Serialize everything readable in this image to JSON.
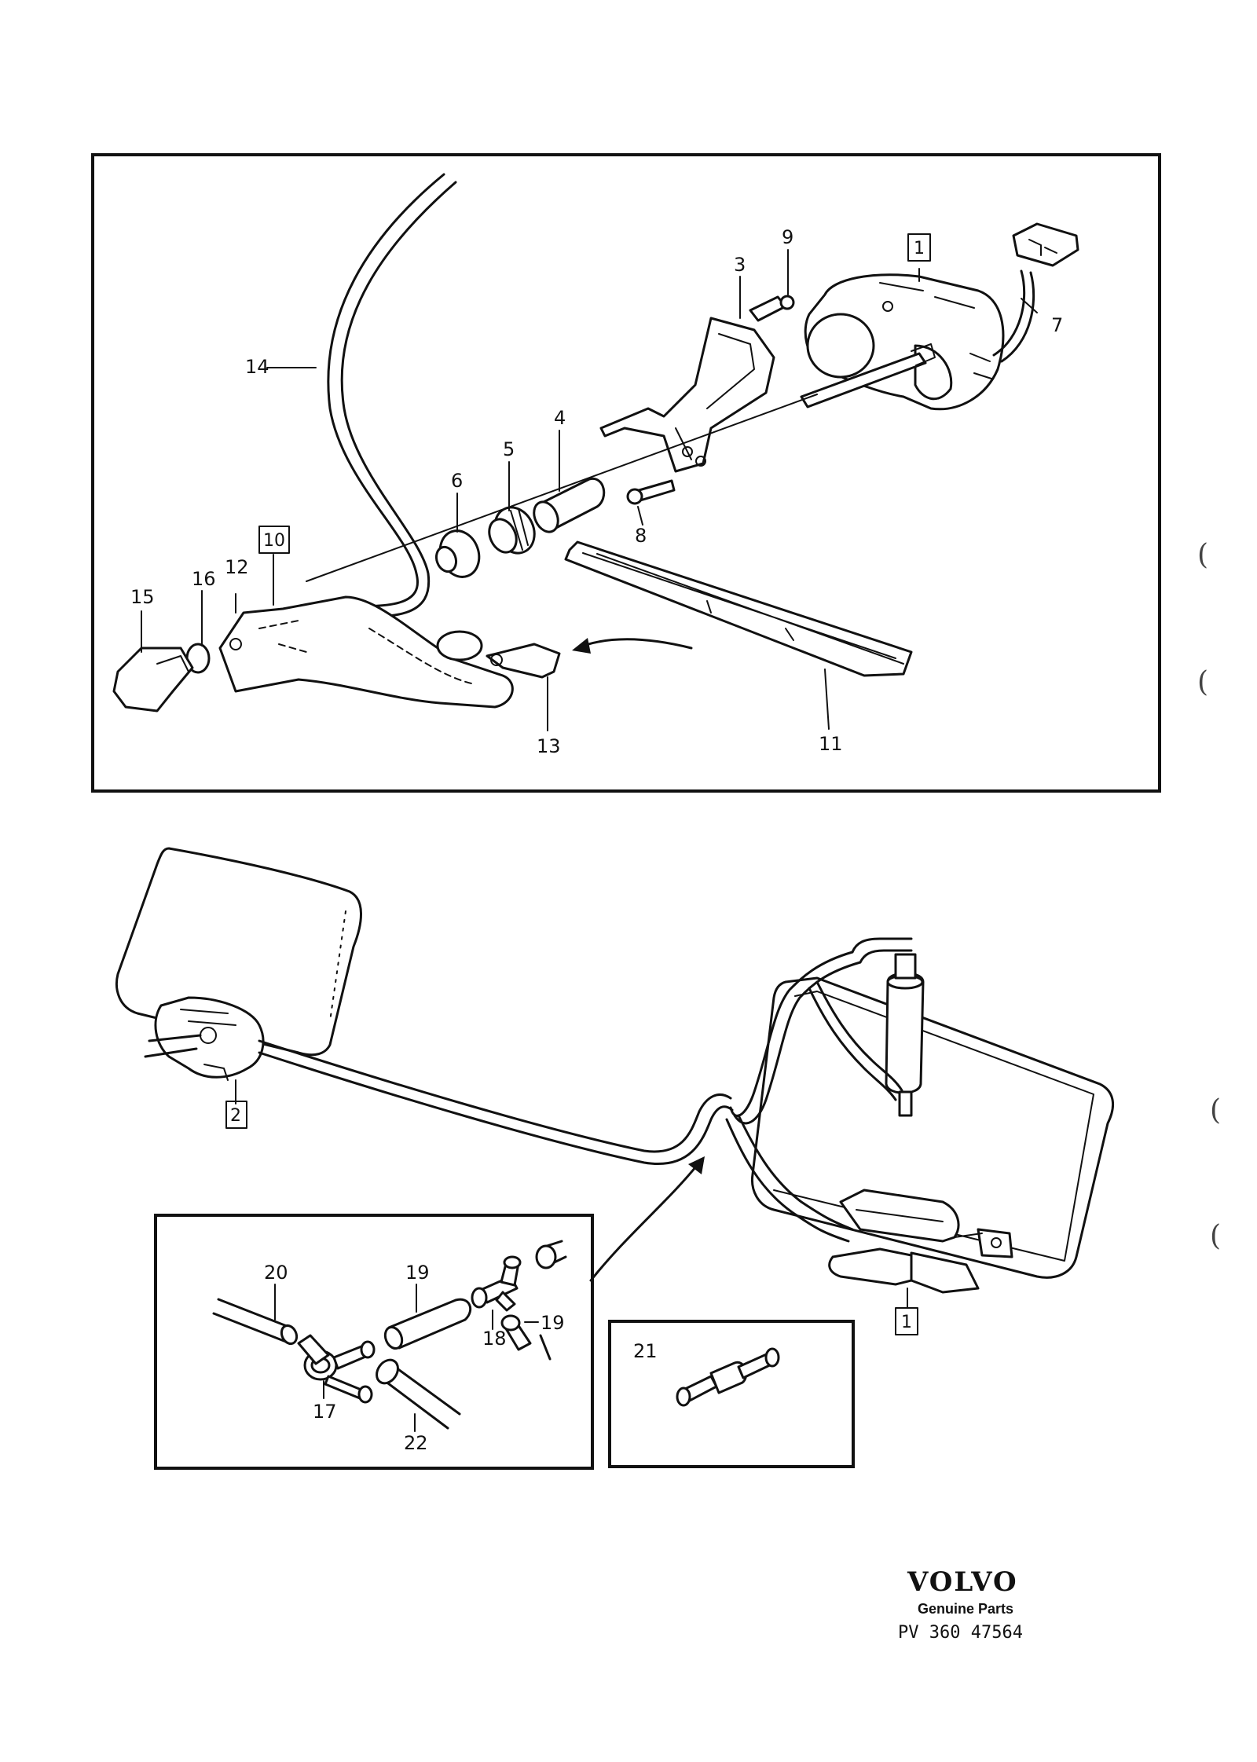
{
  "diagram": {
    "labels": {
      "p1": "1",
      "p2": "2",
      "p3": "3",
      "p4": "4",
      "p5": "5",
      "p6": "6",
      "p7": "7",
      "p8": "8",
      "p9": "9",
      "p10": "10",
      "p11": "11",
      "p12": "12",
      "p13": "13",
      "p14": "14",
      "p15": "15",
      "p16": "16",
      "p17": "17",
      "p18": "18",
      "p19a": "19",
      "p19b": "19",
      "p20": "20",
      "p21": "21",
      "p22": "22",
      "p1b": "1"
    }
  },
  "footer": {
    "brand": "VOLVO",
    "subtitle": "Genuine Parts",
    "part_number": "PV 360 47564"
  }
}
